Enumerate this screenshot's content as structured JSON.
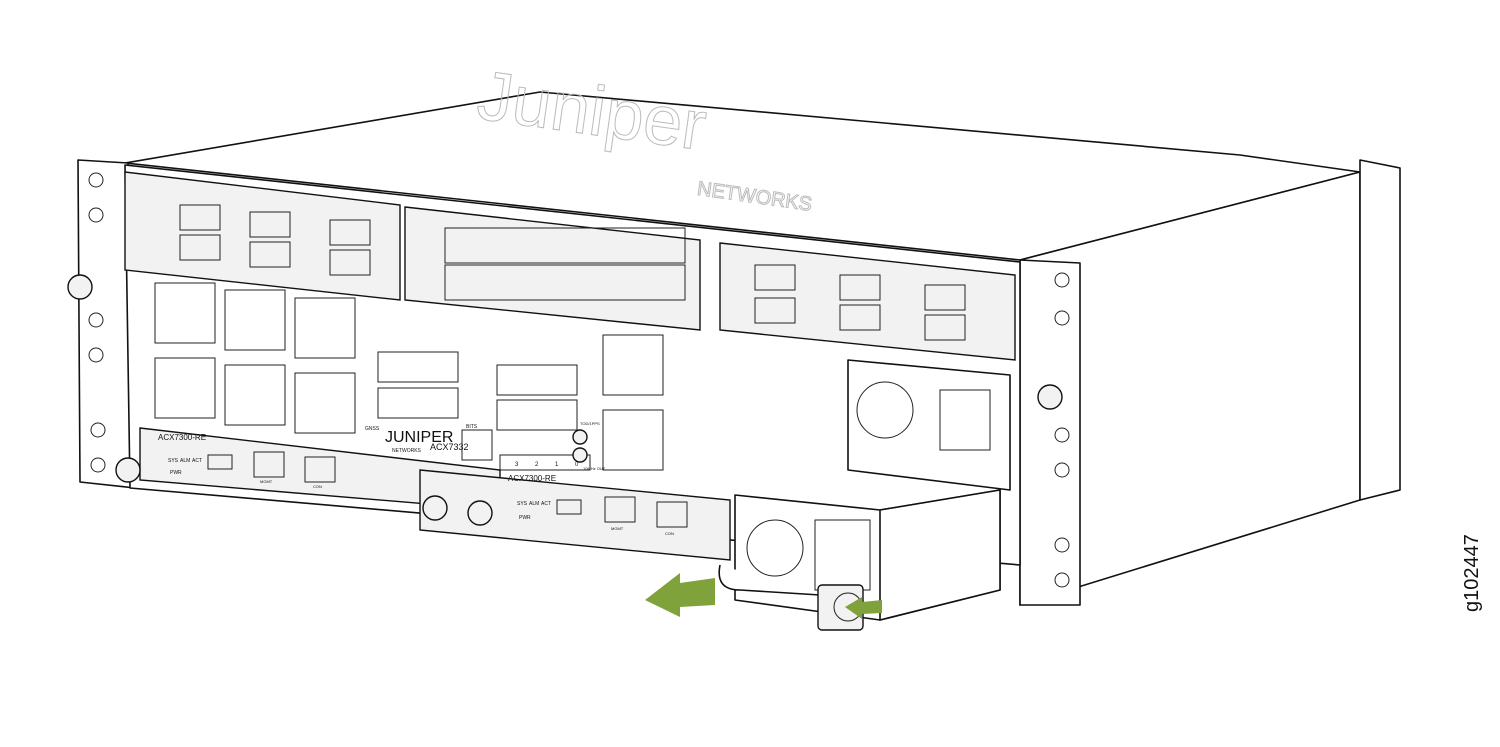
{
  "figure_id": "g102447",
  "chassis": {
    "brand": "JUNIPER",
    "brand_sub": "NETWORKS",
    "model": "ACX7332",
    "top_logo": "Juniper",
    "top_logo_sub": "NETWORKS"
  },
  "routing_engines": [
    {
      "label": "ACX7300-RE",
      "leds": [
        "SYS",
        "ALM",
        "ACT",
        "PWR"
      ],
      "ports": [
        "MGMT",
        "CON"
      ]
    },
    {
      "label": "ACX7300-RE",
      "leds": [
        "SYS",
        "ALM",
        "ACT",
        "PWR"
      ],
      "ports": [
        "MGMT",
        "CON"
      ]
    }
  ],
  "timing": {
    "bits": "BITS",
    "tod": "TOD/1PPS",
    "out": "10MHz OUT",
    "gnss": "GNSS",
    "leds": [
      "3",
      "2",
      "1",
      "0"
    ]
  },
  "colors": {
    "arrow": "#7fa23a",
    "line": "#111111"
  }
}
